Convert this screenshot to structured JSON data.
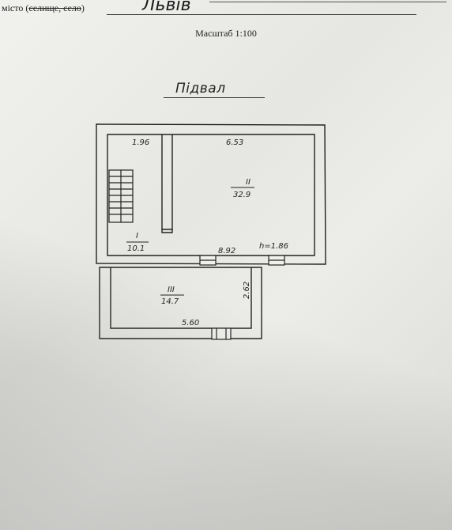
{
  "header": {
    "city_label_prefix": "місто (",
    "city_label_struck": "селище, село",
    "city_label_suffix": ")",
    "city_value": "Львів"
  },
  "scale_text": "Масштаб 1:100",
  "plan_title": "Підвал",
  "rooms": [
    {
      "number": "I",
      "area": "10.1"
    },
    {
      "number": "II",
      "area": "32.9"
    },
    {
      "number": "III",
      "area": "14.7"
    }
  ],
  "dimensions": {
    "room1_width": "1.96",
    "room2_width": "6.53",
    "overall_length": "8.92",
    "height": "h=1.86",
    "room3_width": "5.60",
    "room3_depth": "2.62"
  }
}
